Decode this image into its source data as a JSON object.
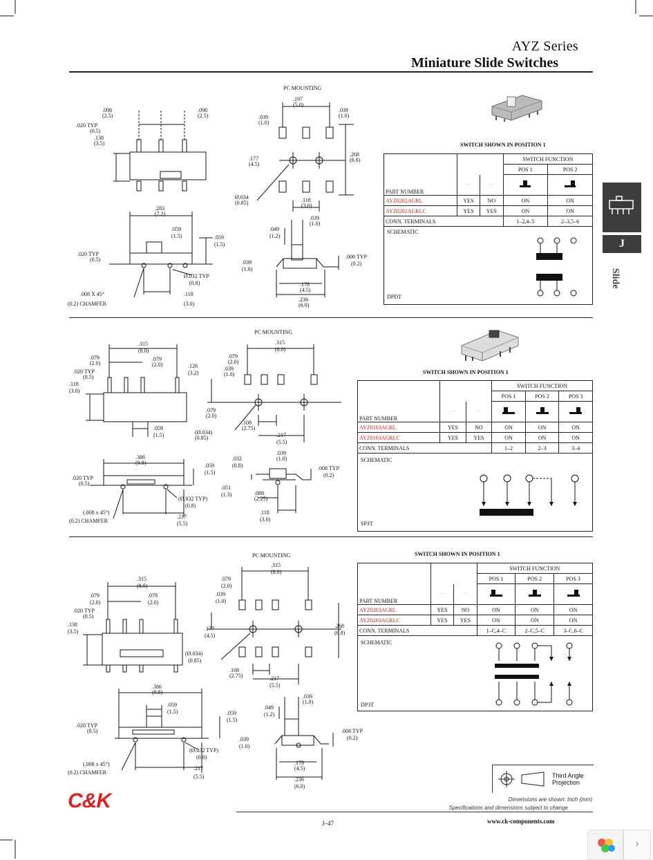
{
  "header": {
    "series": "AYZ Series",
    "title": "Miniature Slide Switches"
  },
  "side_tab": {
    "letter": "J",
    "label": "Slide"
  },
  "sections": [
    {
      "pc_mounting": "PC MOUNTING",
      "shown": "SWITCH SHOWN IN POSITION 1",
      "function_header": "SWITCH FUNCTION",
      "part_number_label": "PART NUMBER",
      "positions": [
        "POS 1",
        "POS 2"
      ],
      "rows": [
        {
          "part": "AYZ0202AGRL",
          "c1": "YES",
          "c2": "NO",
          "v": [
            "ON",
            "ON"
          ]
        },
        {
          "part": "AYZ0202AGRLC",
          "c1": "YES",
          "c2": "YES",
          "v": [
            "ON",
            "ON"
          ]
        }
      ],
      "conn_label": "CONN. TERMINALS",
      "conn": [
        "1–2,4–5",
        "2–3,5–6"
      ],
      "schematic": "SCHEMATIC",
      "schematic_type": "DPDT",
      "dims_left": [
        ".098",
        "(2.5)",
        ".098",
        "(2.5)",
        ".020 TYP",
        "(0.5)",
        ".138",
        "(3.5)"
      ],
      "dims_pc": [
        ".197",
        "(5.0)",
        ".039",
        "(1.0)",
        ".039",
        "(1.0)",
        ".177",
        "(4.5)",
        ".268",
        "(6.8)",
        "Ø.034",
        "(0.85)",
        ".118",
        "(3.0)"
      ],
      "dims_side": [
        ".283",
        "(7.2)",
        ".059",
        "(1.5)",
        ".059",
        "(1.5)",
        ".020 TYP",
        "(0.5)",
        ".008 X 45°",
        "(0.2) CHAMFER",
        "Ø.032 TYP",
        "(0.8)",
        ".118",
        "(3.0)"
      ],
      "dims_end": [
        ".039",
        "(1.0)",
        ".049",
        "(1.2)",
        ".008 TYP",
        "(0.2)",
        ".039",
        "(1.0)",
        ".178",
        "(4.5)",
        ".236",
        "(6.0)"
      ]
    },
    {
      "pc_mounting": "PC MOUNTING",
      "shown": "SWITCH SHOWN IN POSITION 1",
      "function_header": "SWITCH FUNCTION",
      "part_number_label": "PART NUMBER",
      "positions": [
        "POS 1",
        "POS 2",
        "POS 3"
      ],
      "rows": [
        {
          "part": "AYZ0103AGRL",
          "c1": "YES",
          "c2": "NO",
          "v": [
            "ON",
            "ON",
            "ON"
          ]
        },
        {
          "part": "AYZ0103AGRLC",
          "c1": "YES",
          "c2": "YES",
          "v": [
            "ON",
            "ON",
            "ON"
          ]
        }
      ],
      "conn_label": "CONN. TERMINALS",
      "conn": [
        "1–2",
        "2–3",
        "3–4"
      ],
      "schematic": "SCHEMATIC",
      "schematic_type": "SP3T",
      "dims_left": [
        ".315",
        "(8.0)",
        ".079",
        "(2.0)",
        ".079",
        "(2.0)",
        ".020 TYP",
        "(0.5)",
        ".118",
        "(3.0)",
        ".059",
        "(1.5)"
      ],
      "dims_pc": [
        ".315",
        "(8.0)",
        ".079",
        "(2.0)",
        ".039",
        "(1.0)",
        ".126",
        "(3.2)",
        ".079",
        "(2.0)",
        "(Ø.034)",
        "(0.85)",
        ".108",
        "(2.75)",
        ".217",
        "(5.5)"
      ],
      "dims_side": [
        ".386",
        "(9.8)",
        ".059",
        "(1.5)",
        ".020 TYP",
        "(0.5)",
        "(.008 x 45°)",
        "(0.2) CHAMFER",
        "(Ø.032 TYP)",
        "(0.8)",
        ".217",
        "(5.5)"
      ],
      "dims_end": [
        ".032",
        "(0.8)",
        ".039",
        "(1.0)",
        ".008 TYP",
        "(0.2)",
        ".051",
        "(1.3)",
        ".088",
        "(2.25)",
        ".118",
        "(3.0)"
      ]
    },
    {
      "pc_mounting": "PC MOUNTING",
      "shown": "SWITCH SHOWN IN POSITION 1",
      "function_header": "SWITCH FUNCTION",
      "part_number_label": "PART NUMBER",
      "positions": [
        "POS 1",
        "POS 2",
        "POS 3"
      ],
      "rows": [
        {
          "part": "AYZ0203AGRL",
          "c1": "YES",
          "c2": "NO",
          "v": [
            "ON",
            "ON",
            "ON"
          ]
        },
        {
          "part": "AYZ0203AGRLC",
          "c1": "YES",
          "c2": "YES",
          "v": [
            "ON",
            "ON",
            "ON"
          ]
        }
      ],
      "conn_label": "CONN. TERMINALS",
      "conn": [
        "1–C,4–C",
        "2–C,5–C",
        "3–C,6–C"
      ],
      "schematic": "SCHEMATIC",
      "schematic_type": "DP3T",
      "dims_left": [
        ".315",
        "(8.0)",
        ".079",
        "(2.0)",
        ".079",
        "(2.0)",
        ".020 TYP",
        "(0.5)",
        ".138",
        "(3.5)"
      ],
      "dims_pc": [
        ".315",
        "(8.0)",
        ".079",
        "(2.0)",
        ".039",
        "(1.0)",
        ".177",
        "(4.5)",
        ".268",
        "(6.8)",
        "(Ø.034)",
        "(0.85)",
        ".108",
        "(2.75)",
        ".217",
        "(5.5)"
      ],
      "dims_side": [
        ".386",
        "(9.8)",
        ".059",
        "(1.5)",
        ".059",
        "(1.5)",
        ".020 TYP",
        "(0.5)",
        "(.008 x 45°)",
        "(0.2) CHAMFER",
        "(Ø.032 TYP)",
        "(0.8)",
        ".217",
        "(5.5)"
      ],
      "dims_end": [
        ".039",
        "(1.0)",
        ".049",
        "(1.2)",
        ".008 TYP",
        "(0.2)",
        ".039",
        "(1.0)",
        ".178",
        "(4.5)",
        ".236",
        "(6.0)"
      ]
    }
  ],
  "projection": "Third Angle Projection",
  "projection_lines": [
    "Third Angle",
    "Projection"
  ],
  "footer": {
    "note1": "Dimensions are shown: Inch (mm)",
    "note2": "Specifications and dimensions subject to change",
    "page": "J–47",
    "url": "www.ck-components.com",
    "brand": "C&K"
  }
}
